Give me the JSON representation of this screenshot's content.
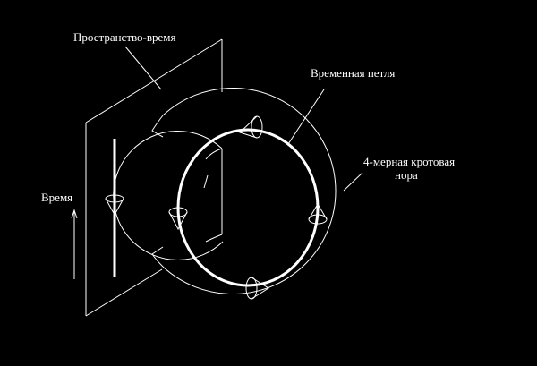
{
  "labels": {
    "spacetime": "Пространство-время",
    "time_loop": "Временная петля",
    "wormhole_line1": "4-мерная кротовая",
    "wormhole_line2": "нора",
    "time": "Время"
  },
  "colors": {
    "background": "#000000",
    "stroke": "#ffffff"
  }
}
